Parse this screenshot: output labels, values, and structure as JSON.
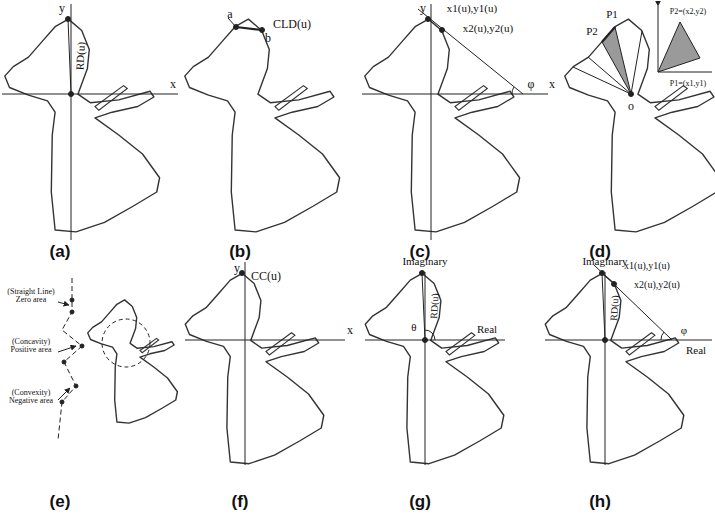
{
  "diagram": {
    "labels": [
      "y",
      "x",
      "RD(u)",
      "a",
      "b",
      "CLD(u)",
      "y",
      "x1(u),y1(u)",
      "x2(u),y2(u)",
      "φ",
      "x",
      "P2",
      "P1",
      "P2=(x2,y2)",
      "P1=(x1,y1)",
      "o",
      "(Straight Line) Zero area",
      "(Concavity) Positive area",
      "(Convexity) Negative area",
      "y",
      "CC(u)",
      "x",
      "Imaginary",
      "RD(u)",
      "θ",
      "Real",
      "Imaginary",
      "x1(u),y1(u)",
      "x2(u),y2(u)",
      "RD(u)",
      "φ",
      "Real",
      "(a)",
      "(b)",
      "(c)",
      "(d)",
      "(e)",
      "(f)",
      "(g)",
      "(h)"
    ]
  }
}
